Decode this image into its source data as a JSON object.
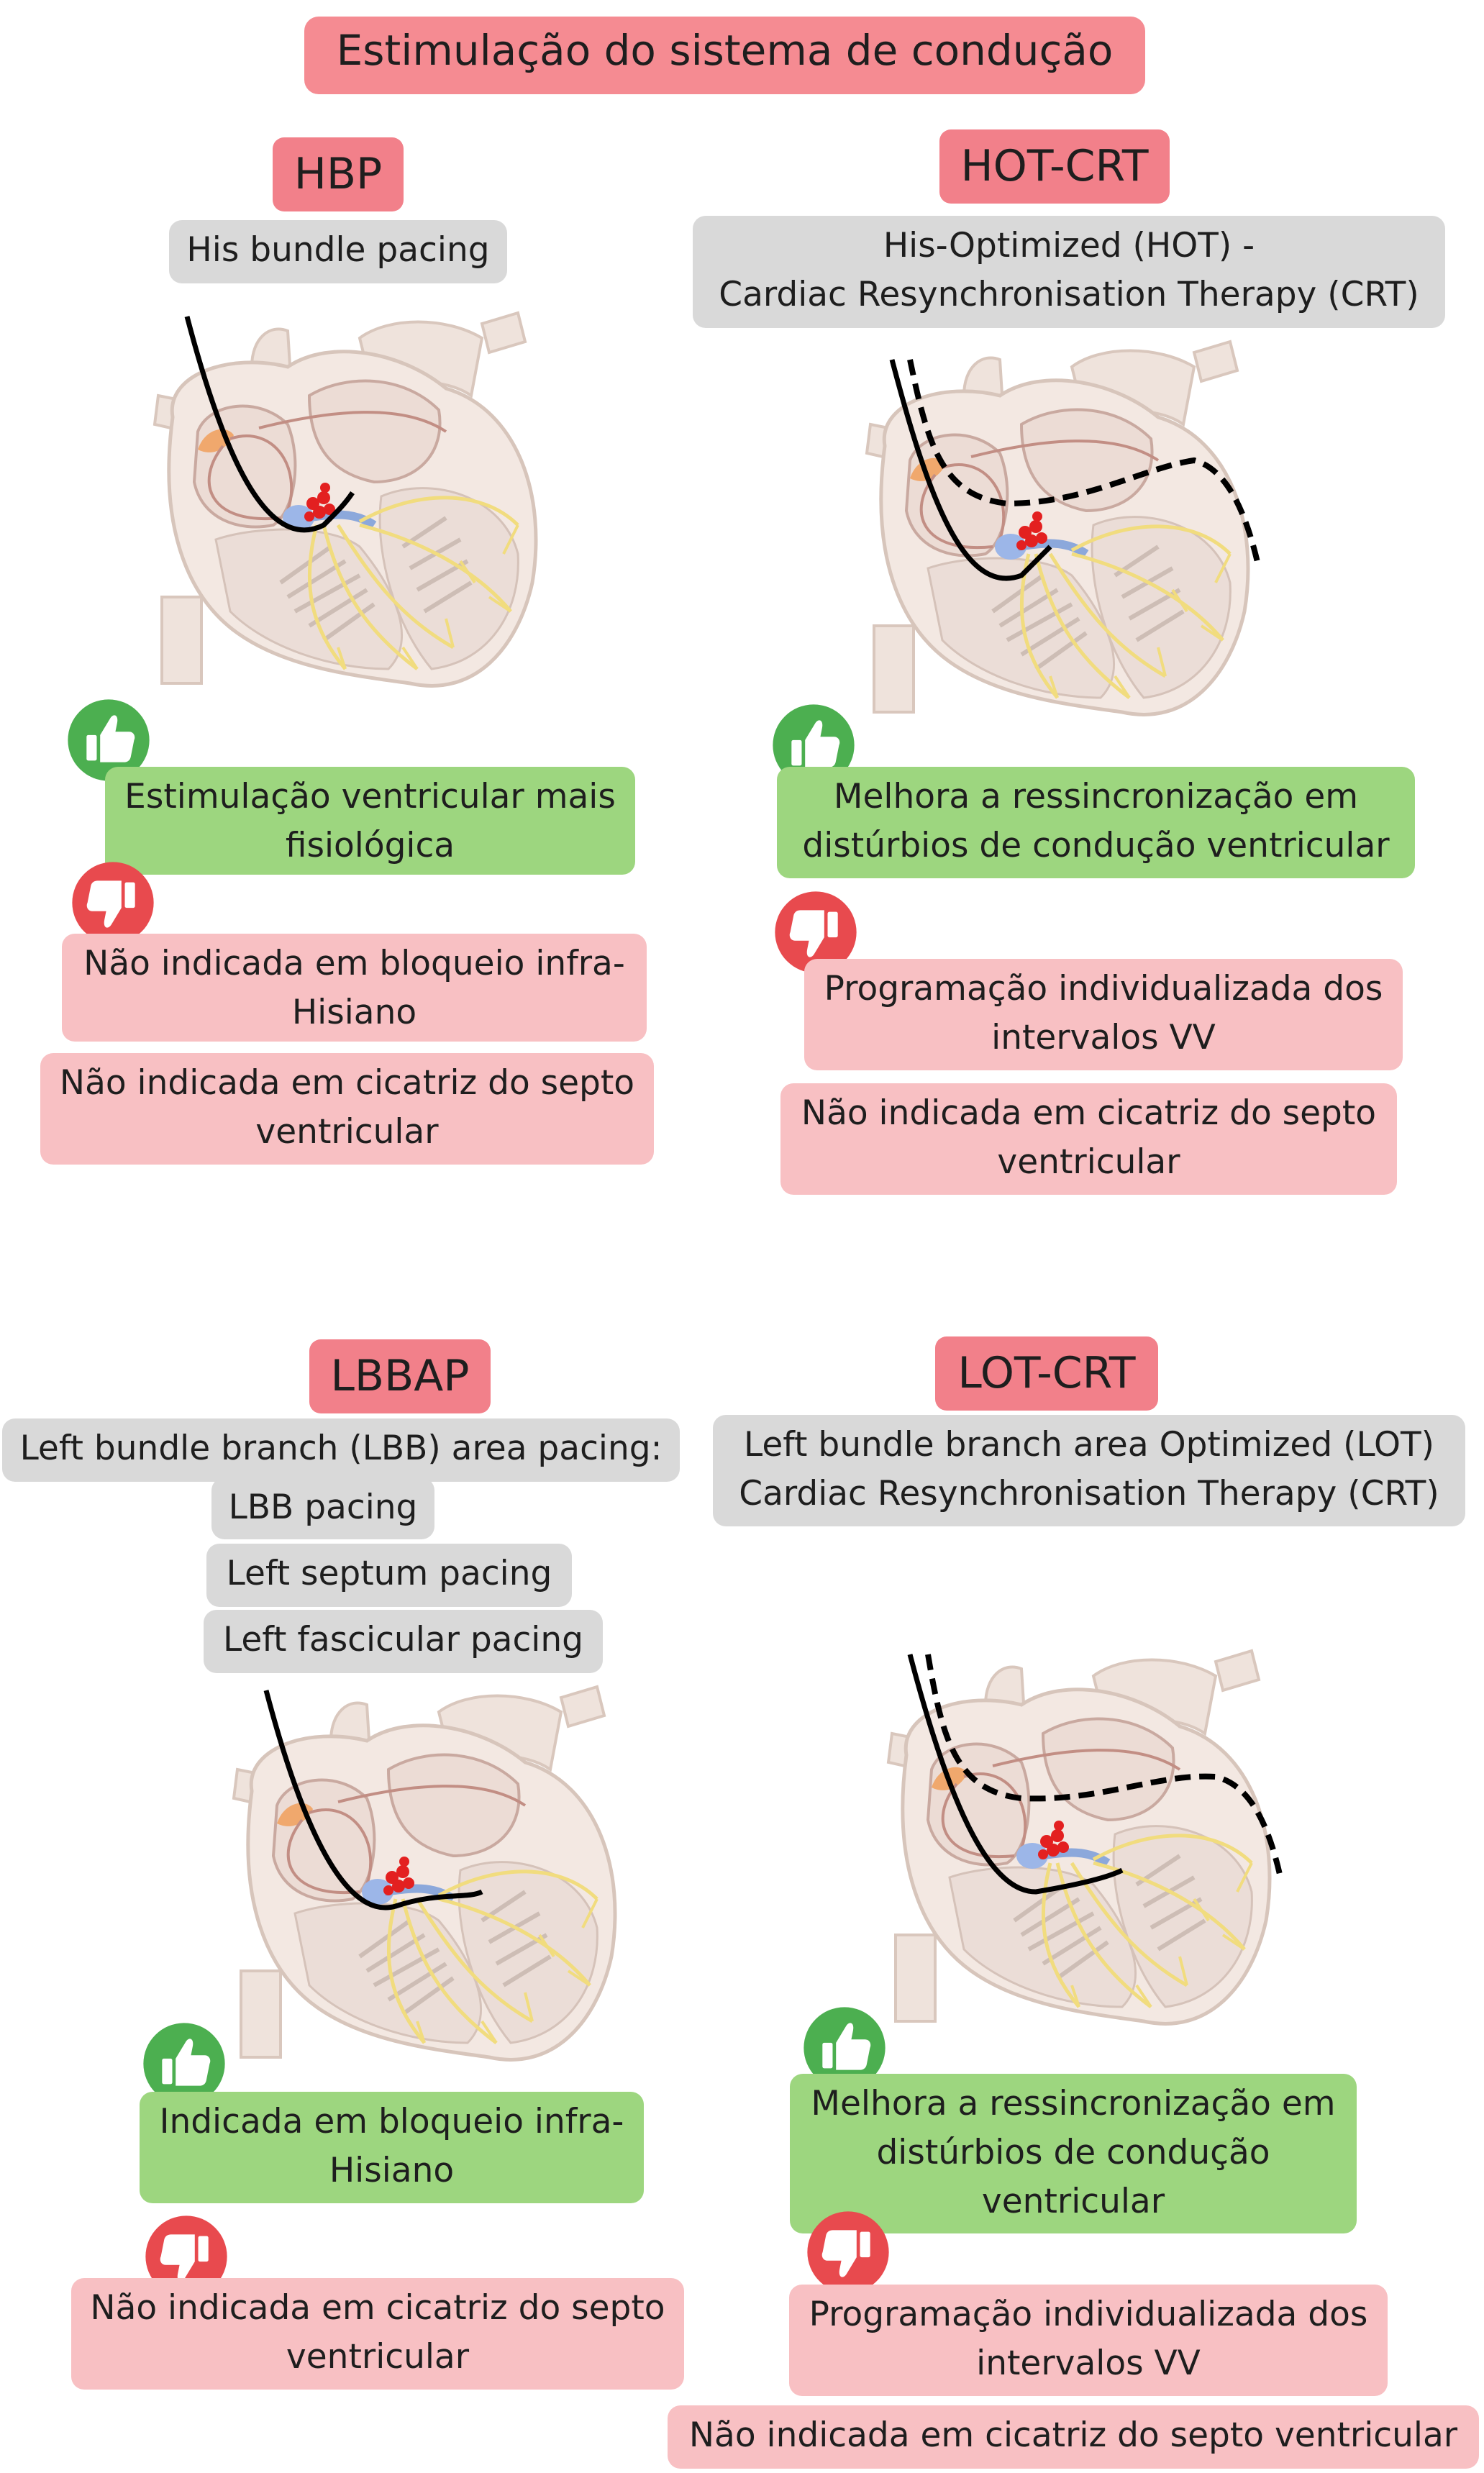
{
  "title": "Estimulação do sistema de condução",
  "colors": {
    "title_bg": "#f58b92",
    "tag_bg": "#f2808a",
    "gray_bg": "#d9d9d9",
    "pro_bg": "#9dd67f",
    "con_bg": "#f8c0c3",
    "thumb_up": "#4caf50",
    "thumb_down": "#e84a4e"
  },
  "icons": [
    "thumbs-up-icon",
    "thumbs-down-icon",
    "heart-illustration"
  ],
  "panels": {
    "hbp": {
      "tag": "HBP",
      "subtitle": "His bundle pacing",
      "pro": [
        "Estimulação ventricular mais\nfisiológica"
      ],
      "con": [
        "Não indicada em bloqueio infra-\nHisiano",
        "Não indicada em cicatriz do septo\nventricular"
      ]
    },
    "hotcrt": {
      "tag": "HOT-CRT",
      "subtitle": "His-Optimized (HOT) -\nCardiac Resynchronisation Therapy (CRT)",
      "pro": [
        "Melhora a ressincronização em\ndistúrbios de condução ventricular"
      ],
      "con": [
        "Programação individualizada dos\nintervalos VV",
        "Não indicada em cicatriz do septo\nventricular"
      ]
    },
    "lbbap": {
      "tag": "LBBAP",
      "subtitle": "Left bundle branch (LBB) area pacing:",
      "subitems": [
        "LBB pacing",
        "Left septum pacing",
        "Left fascicular pacing"
      ],
      "pro": [
        "Indicada em bloqueio infra-\nHisiano"
      ],
      "con": [
        "Não indicada em cicatriz do septo\nventricular"
      ]
    },
    "lotcrt": {
      "tag": "LOT-CRT",
      "subtitle": "Left bundle branch area Optimized (LOT)\nCardiac Resynchronisation Therapy (CRT)",
      "pro": [
        "Melhora a ressincronização em\ndistúrbios de condução\nventricular"
      ],
      "con": [
        "Programação individualizada dos\nintervalos VV",
        "Não indicada em cicatriz do septo ventricular"
      ]
    }
  }
}
